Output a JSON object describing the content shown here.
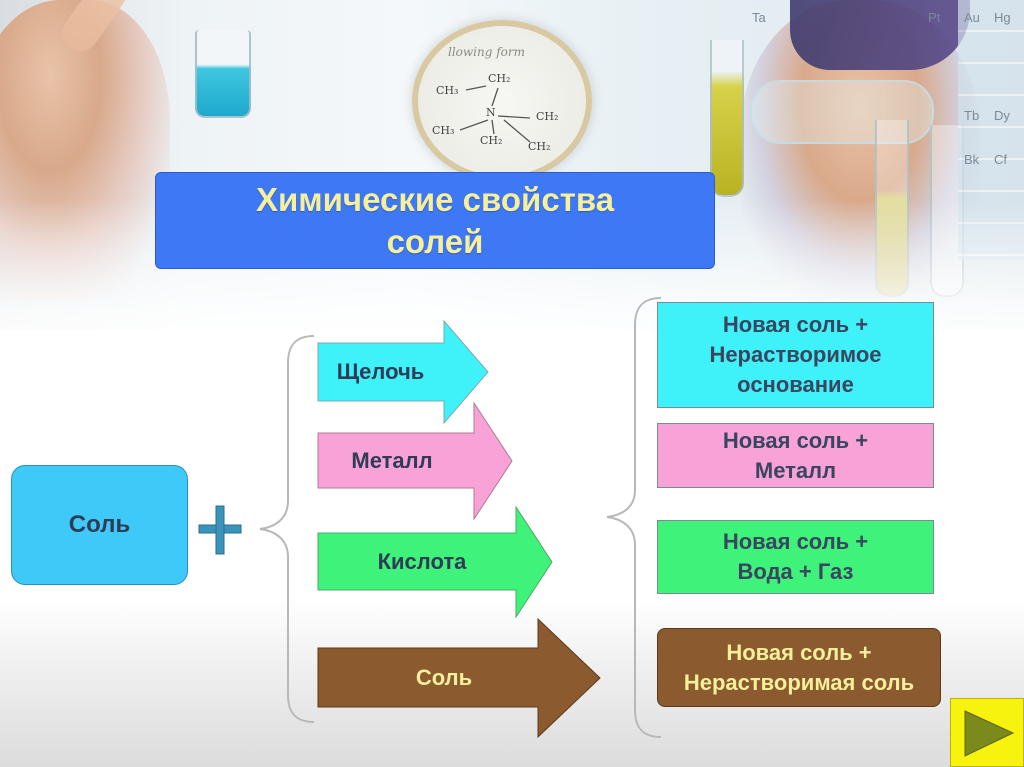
{
  "title": {
    "line1": "Химические свойства",
    "line2": "солей",
    "background": "#3f78f5",
    "color": "#f6ef9c"
  },
  "source": {
    "label": "Соль",
    "color": "#3ec9f8"
  },
  "operator": "+",
  "reactants": [
    {
      "label": "Щелочь",
      "color": "#3ff1f8"
    },
    {
      "label": "Металл",
      "color": "#f8a2d8"
    },
    {
      "label": "Кислота",
      "color": "#3ff27a"
    },
    {
      "label": "Соль",
      "color": "#8b5a2e"
    }
  ],
  "products": [
    {
      "line1": "Новая соль +",
      "line2": "Нерастворимое",
      "line3": "основание"
    },
    {
      "line1": "Новая соль +",
      "line2": "Металл"
    },
    {
      "line1": "Новая соль +",
      "line2": "Вода + Газ"
    },
    {
      "line1": "Новая соль +",
      "line2": "Нерастворимая соль"
    }
  ],
  "background_text": {
    "lens_caption": "llowing form",
    "formula": {
      "a": "CH₃",
      "b": "CH₂",
      "c": "N",
      "d": "CH₂",
      "e": "CH₃",
      "f": "CH₂",
      "g": "CH₂"
    },
    "elements": [
      "Ta",
      "Pt",
      "Au",
      "Hg",
      "Tb",
      "Dy",
      "Bk",
      "Cf"
    ]
  },
  "nav": {
    "icon": "play-triangle-icon",
    "color": "#f7f30e"
  }
}
